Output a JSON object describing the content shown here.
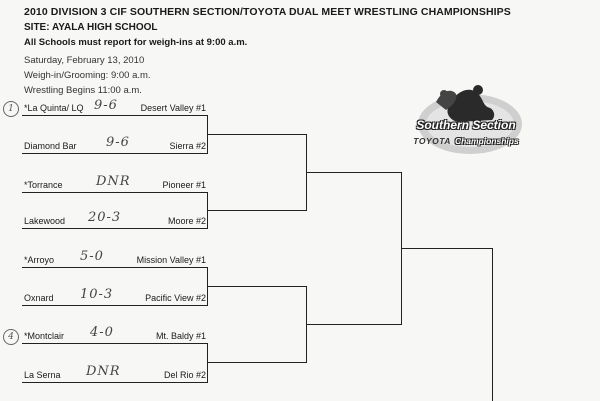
{
  "header": {
    "title": "2010 DIVISION 3 CIF SOUTHERN SECTION/TOYOTA  DUAL MEET WRESTLING CHAMPIONSHIPS",
    "site": "SITE: AYALA HIGH SCHOOL",
    "notice": "All Schools must report for weigh-ins at 9:00 a.m."
  },
  "schedule": {
    "date": "Saturday, February 13, 2010",
    "weigh_in": "Weigh-in/Grooming: 9:00 a.m.",
    "begins": "Wrestling Begins 11:00 a.m."
  },
  "logo": {
    "line1": "Southern Section",
    "sponsor": "TOYOTA",
    "line2": "Championships"
  },
  "annotations": [
    "1",
    "4"
  ],
  "bracket": [
    {
      "left": "*La Quinta/ LQ",
      "score": "9-6",
      "right": "Desert Valley #1"
    },
    {
      "left": "Diamond Bar",
      "score": "9-6",
      "right": "Sierra #2"
    },
    {
      "left": "*Torrance",
      "score": "DNR",
      "right": "Pioneer #1"
    },
    {
      "left": "Lakewood",
      "score": "20-3",
      "right": "Moore #2"
    },
    {
      "left": "*Arroyo",
      "score": "5-0",
      "right": "Mission Valley #1"
    },
    {
      "left": "Oxnard",
      "score": "10-3",
      "right": "Pacific View #2"
    },
    {
      "left": "*Montclair",
      "score": "4-0",
      "right": "Mt. Baldy #1"
    },
    {
      "left": "La Serna",
      "score": "DNR",
      "right": "Del Rio #2"
    }
  ]
}
